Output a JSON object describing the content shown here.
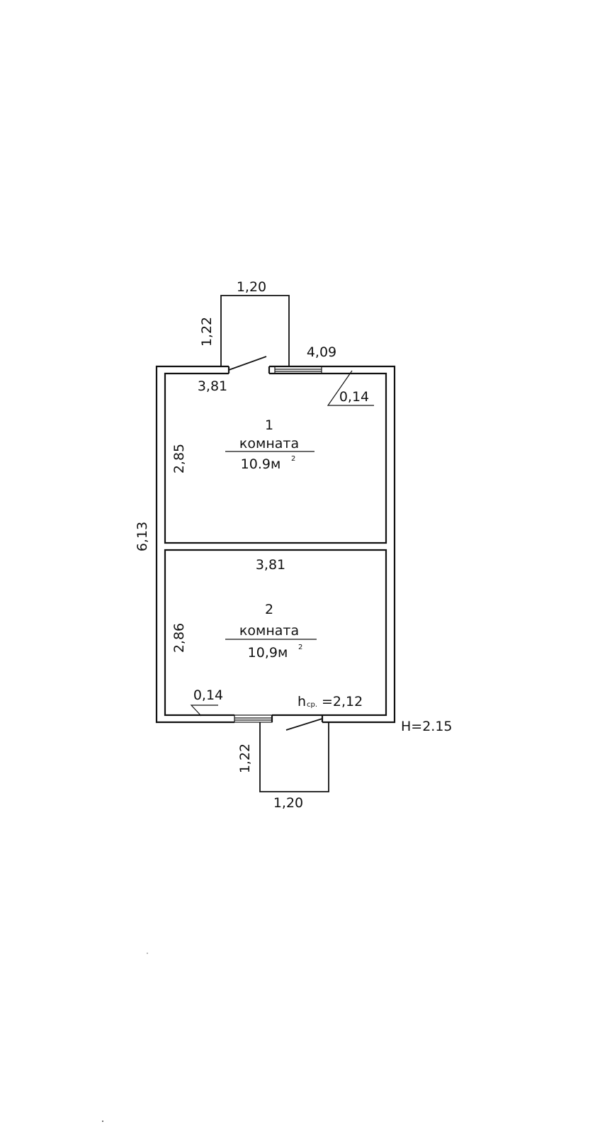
{
  "rooms": [
    {
      "number": "1",
      "name": "комната",
      "area": "10.9м",
      "area_sup": "2"
    },
    {
      "number": "2",
      "name": "комната",
      "area": "10,9м",
      "area_sup": "2"
    }
  ],
  "dimensions": {
    "porch_top_width": "1,20",
    "porch_top_depth": "1,22",
    "top_wall_left": "3,81",
    "top_wall_right": "4,09",
    "wall_thickness_top": "0,14",
    "room1_height": "2,85",
    "total_length": "6,13",
    "partition_width": "3,81",
    "room2_height": "2,86",
    "wall_thickness_bottom": "0,14",
    "avg_height_prefix": "h",
    "avg_height_sub": "ср.",
    "avg_height_value": "=2,12",
    "building_height": "H=2.15",
    "porch_bottom_depth": "1,22",
    "porch_bottom_width": "1,20"
  }
}
